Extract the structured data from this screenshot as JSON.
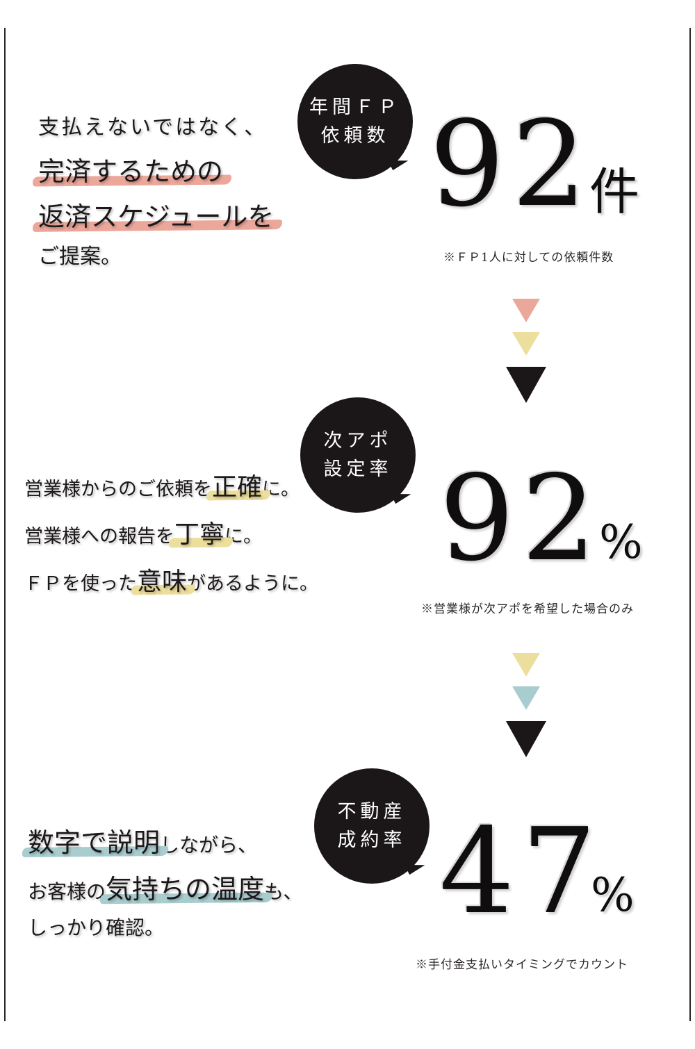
{
  "colors": {
    "pink": "#eba79a",
    "yellow": "#ecdf9e",
    "blue": "#a9cdcf",
    "dark": "#1b1718"
  },
  "section1": {
    "copy": [
      "支払えないではなく、",
      "完済するための",
      "返済スケジュールを",
      "ご提案。"
    ],
    "bubble": [
      "年間ＦＰ",
      "依頼数"
    ],
    "number": "92",
    "unit": "件",
    "note": "※ＦＰ1人に対しての依頼件数"
  },
  "arrows1": [
    "pink",
    "yellow",
    "dark"
  ],
  "section2": {
    "copy": {
      "l1_pre": "営業様からのご依頼を",
      "l1_hl": "正確",
      "l1_post": "に。",
      "l2_pre": "営業様への報告を",
      "l2_hl": "丁寧",
      "l2_post": "に。",
      "l3_pre": "ＦＰを使った",
      "l3_hl": "意味",
      "l3_post": "があるように。"
    },
    "bubble": [
      "次アポ",
      "設定率"
    ],
    "number": "92",
    "unit": "%",
    "note": "※営業様が次アポを希望した場合のみ"
  },
  "arrows2": [
    "yellow",
    "blue",
    "dark"
  ],
  "section3": {
    "copy": {
      "l1_hl": "数字で説明",
      "l1_post": "しながら、",
      "l2_pre": "お客様の",
      "l2_hl": "気持ちの温度",
      "l2_post": "も、",
      "l3": "しっかり確認。"
    },
    "bubble": [
      "不動産",
      "成約率"
    ],
    "number": "47",
    "unit": "%",
    "note": "※手付金支払いタイミングでカウント"
  }
}
